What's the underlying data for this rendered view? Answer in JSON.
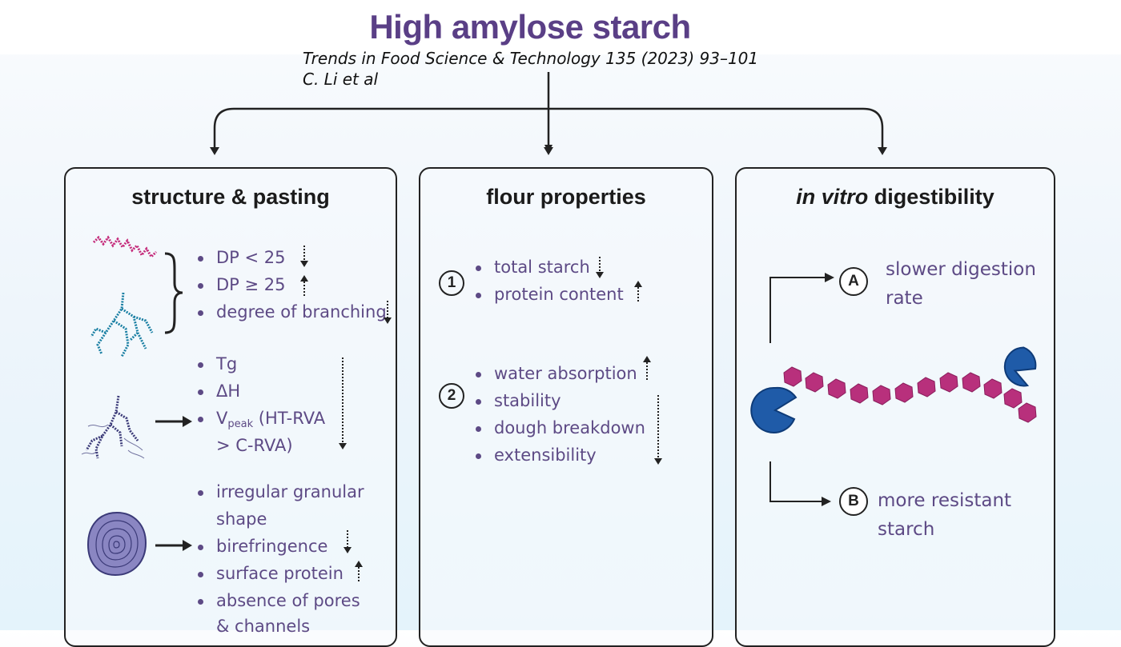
{
  "title": "High amylose starch",
  "citation": {
    "journal": "Trends in Food Science & Technology 135 (2023) 93–101",
    "authors": "C. Li et al"
  },
  "panels": {
    "structure": {
      "title": "structure & pasting",
      "group1": [
        "DP < 25",
        "DP ≥ 25",
        "degree of branching"
      ],
      "group2": [
        "Tg",
        "ΔH"
      ],
      "vpeak_main": "V",
      "vpeak_sub": "peak",
      "vpeak_rest": " (HT-RVA",
      "vpeak_line2": "> C-RVA)",
      "group3": [
        "irregular granular",
        "shape",
        "birefringence",
        "surface protein",
        "absence of pores",
        "& channels"
      ]
    },
    "flour": {
      "title": "flour properties",
      "marker1": "1",
      "marker2": "2",
      "group1": [
        "total starch",
        "protein content"
      ],
      "group2": [
        "water absorption",
        "stability",
        "dough breakdown",
        "extensibility"
      ]
    },
    "digest": {
      "title_italic": "in vitro",
      "title_rest": " digestibility",
      "a_label": "A",
      "a_text": [
        "slower digestion",
        "rate"
      ],
      "b_label": "B",
      "b_text": [
        "more resistant",
        "starch"
      ]
    }
  },
  "colors": {
    "title": "#5a3f86",
    "bullet_text": "#5d4a85",
    "amylose_chain": "#c42a7a",
    "branch_teal": "#1a7fa3",
    "branch_navy": "#3b3a78",
    "glucose_unit": "#b8307c",
    "enzyme": "#1f5ba8"
  },
  "icons": [
    "arrow-up-dotted",
    "arrow-down-dotted",
    "curly-brace",
    "right-arrow",
    "enzyme-pacman",
    "starch-granule"
  ]
}
